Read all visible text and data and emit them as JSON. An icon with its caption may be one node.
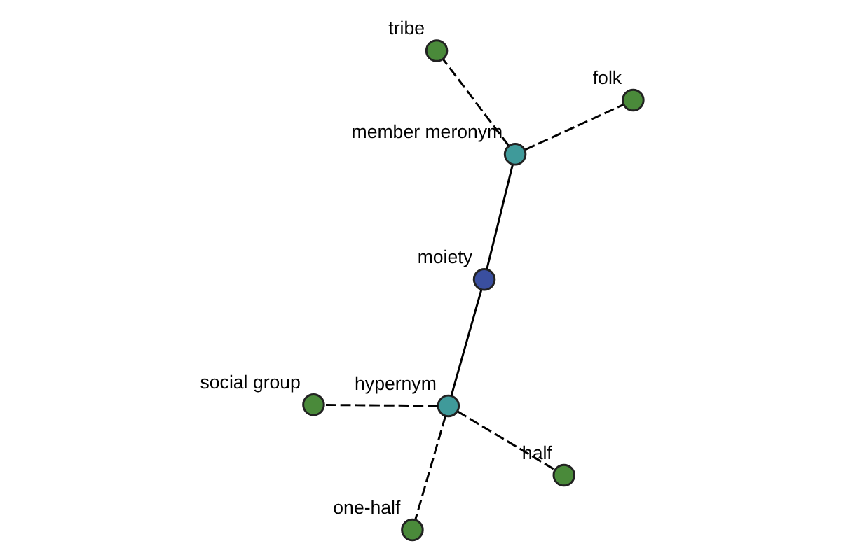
{
  "diagram": {
    "nodes": [
      {
        "text": [
          "moiety"
        ]
      },
      {
        "text": [
          "member meronym"
        ]
      },
      {
        "text": [
          "hypernym"
        ]
      },
      {
        "text": [
          "tribe"
        ]
      },
      {
        "text": [
          "folk"
        ]
      },
      {
        "text": [
          "social group"
        ]
      },
      {
        "text": [
          "one-half"
        ]
      },
      {
        "text": [
          "half"
        ]
      }
    ],
    "edges": [
      {
        "from": 0,
        "to": 1,
        "arrow": "none"
      },
      {
        "from": 0,
        "to": 2,
        "arrow": "none"
      },
      {
        "from": 1,
        "to": 3,
        "arrow": "none",
        "style": "dashed"
      },
      {
        "from": 1,
        "to": 4,
        "arrow": "none",
        "style": "dashed"
      },
      {
        "from": 2,
        "to": 5,
        "arrow": "none",
        "style": "dashed"
      },
      {
        "from": 2,
        "to": 6,
        "arrow": "none",
        "style": "dashed"
      },
      {
        "from": 2,
        "to": 7,
        "arrow": "none",
        "style": "dashed"
      }
    ]
  }
}
